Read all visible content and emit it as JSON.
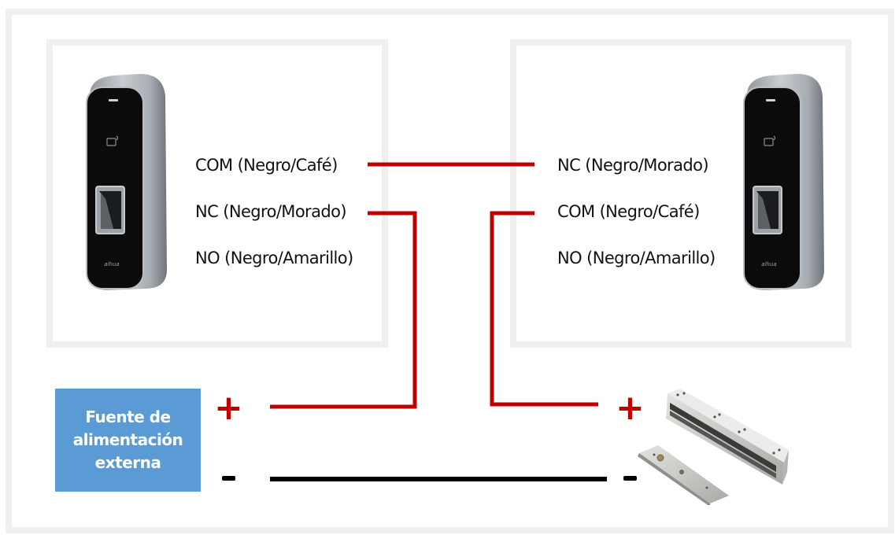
{
  "diagram": {
    "title": "",
    "colors": {
      "wire_positive": "#c00000",
      "wire_negative": "#000000",
      "psu_fill": "#5b9bd5",
      "psu_text": "#ffffff",
      "frame": "#efefef"
    },
    "left_reader": {
      "device": "fingerprint-card-reader",
      "brand": "alhua",
      "terminals": [
        {
          "id": "COM",
          "label": "COM (Negro/Café)"
        },
        {
          "id": "NC",
          "label": "NC (Negro/Morado)"
        },
        {
          "id": "NO",
          "label": "NO (Negro/Amarillo)"
        }
      ]
    },
    "right_reader": {
      "device": "fingerprint-card-reader",
      "brand": "alhua",
      "terminals": [
        {
          "id": "NC",
          "label": "NC (Negro/Morado)"
        },
        {
          "id": "COM",
          "label": "COM (Negro/Café)"
        },
        {
          "id": "NO",
          "label": "NO (Negro/Amarillo)"
        }
      ]
    },
    "power_supply": {
      "lines": [
        "Fuente de",
        "alimentación",
        "externa"
      ],
      "positive_symbol": "+",
      "negative_symbol": "-"
    },
    "lock": {
      "device": "electromagnetic-lock",
      "positive_symbol": "+",
      "negative_symbol": "-"
    },
    "connections": [
      {
        "from": "left_reader.COM",
        "to": "right_reader.NC",
        "color": "red"
      },
      {
        "from": "left_reader.NC",
        "to": "power_supply.positive",
        "color": "red"
      },
      {
        "from": "right_reader.COM",
        "to": "lock.positive",
        "color": "red"
      },
      {
        "from": "power_supply.negative",
        "to": "lock.negative",
        "color": "black"
      }
    ]
  }
}
